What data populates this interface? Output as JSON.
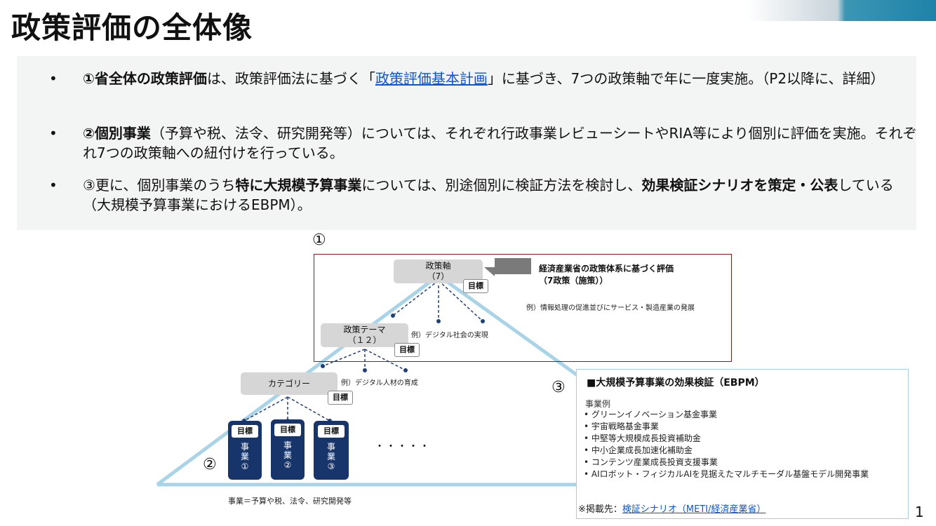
{
  "page": {
    "title": "政策評価の全体像",
    "page_number": "1"
  },
  "bullets": [
    {
      "marker": "•",
      "bold1": "①省全体の政策評価",
      "t1": "は、政策評価法に基づく「",
      "link": "政策評価基本計画",
      "t2": "」に基づき、7つの政策軸で年に一度実施。（P2以降に、詳細）"
    },
    {
      "marker": "•",
      "bold1": "②個別事業",
      "t1": "（予算や税、法令、研究開発等）については、それぞれ行政事業レビューシートやRIA等により個別に評価を実施。それぞれ7つの政策軸への紐付けを行っている。"
    },
    {
      "marker": "•",
      "t0": "③更に、個別事業のうち",
      "bold1": "特に大規模予算事業",
      "t1": "については、別途個別に検証方法を検討し、",
      "bold2": "効果検証シナリオを策定・公表",
      "t2": "している（大規模予算事業におけるEBPM）。"
    }
  ],
  "diagram": {
    "label_1": "①",
    "label_2": "②",
    "label_3": "③",
    "seisakujiku": "政策軸",
    "seisakujiku_count": "（7）",
    "mokuhyo": "目標",
    "arrow_text_1": "経済産業省の政策体系に基づく評価",
    "arrow_text_2": "（7政策（施策））",
    "example_1": "例）情報処理の促進並びにサービス・製造産業の発展",
    "theme": "政策テーマ",
    "theme_count": "（１２）",
    "example_2": "例）デジタル社会の実現",
    "category": "カテゴリー",
    "example_3": "例）デジタル人材の育成",
    "biz": [
      {
        "label": "事業①",
        "chars": [
          "事",
          "業",
          "①"
        ]
      },
      {
        "label": "事業②",
        "chars": [
          "事",
          "業",
          "②"
        ]
      },
      {
        "label": "事業③",
        "chars": [
          "事",
          "業",
          "③"
        ]
      }
    ],
    "ellipsis": "・・・・・",
    "note": "事業＝予算や税、法令、研究開発等"
  },
  "ebpm": {
    "heading": "■大規模予算事業の効果検証（EBPM）",
    "sub": "事業例",
    "items": [
      "• グリーンイノベーション基金事業",
      "• 宇宙戦略基金事業",
      "• 中堅等大規模成長投資補助金",
      "• 中小企業成長加速化補助金",
      "• コンテンツ産業成長投資支援事業",
      "• AIロボット・フィジカルAIを見据えたマルチモーダル基盤モデル開発事業"
    ],
    "source_prefix": "※掲載先：",
    "source_link": "検証シナリオ（METI/経済産業省）"
  },
  "colors": {
    "triangle": "#a9d3e6",
    "dashed": "#1f3f78",
    "redbox": "#8b1a1a",
    "biz": "#17356b",
    "link": "#1155cc"
  }
}
